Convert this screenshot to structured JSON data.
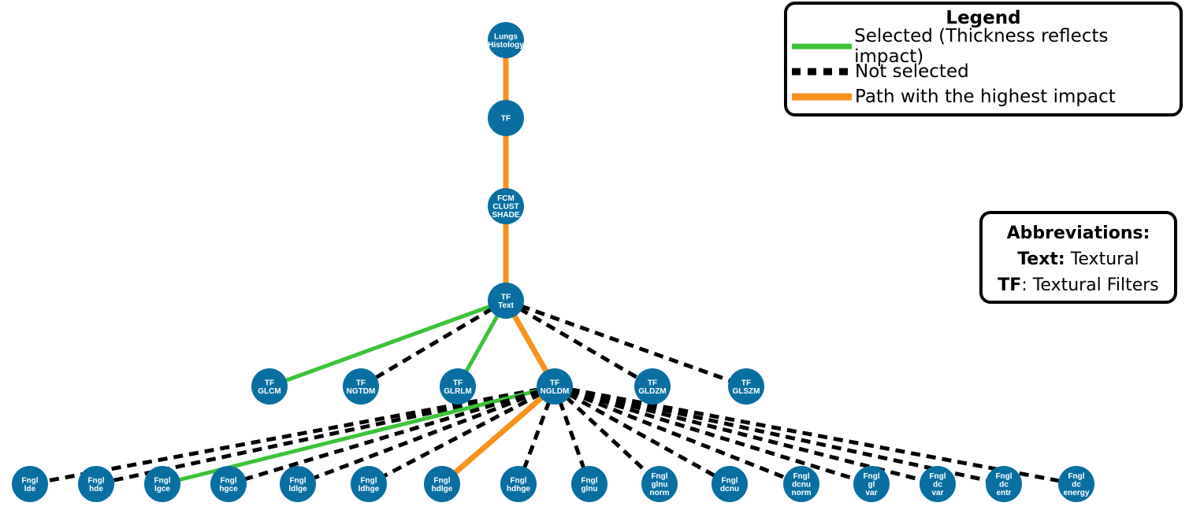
{
  "colors": {
    "node": "#0a6fa0",
    "node_text": "#ffffff",
    "selected": "#3dc23a",
    "not_selected": "#000000",
    "highest_impact": "#f7931e"
  },
  "legend": {
    "title": "Legend",
    "items": [
      {
        "style": "selected",
        "label": "Selected (Thickness reflects impact)"
      },
      {
        "style": "not_selected",
        "label": "Not selected"
      },
      {
        "style": "highest_impact",
        "label": "Path with the highest impact"
      }
    ]
  },
  "abbreviations": {
    "title": "Abbreviations:",
    "items": [
      {
        "abbr": "Text:",
        "meaning": " Textural"
      },
      {
        "abbr": "TF",
        "meaning": ": Textural Filters"
      }
    ]
  },
  "tree": {
    "nodes": [
      {
        "id": "root",
        "lines": [
          "Lungs",
          "Histology"
        ]
      },
      {
        "id": "tf",
        "lines": [
          "TF"
        ]
      },
      {
        "id": "fcm",
        "lines": [
          "FCM",
          "CLUST",
          "SHADE"
        ]
      },
      {
        "id": "tftext",
        "lines": [
          "TF",
          "Text"
        ]
      },
      {
        "id": "glcm",
        "lines": [
          "TF",
          "GLCM"
        ]
      },
      {
        "id": "ngtdm",
        "lines": [
          "TF",
          "NGTDM"
        ]
      },
      {
        "id": "glrlm",
        "lines": [
          "TF",
          "GLRLM"
        ]
      },
      {
        "id": "ngldm",
        "lines": [
          "TF",
          "NGLDM"
        ]
      },
      {
        "id": "gldzm",
        "lines": [
          "TF",
          "GLDZM"
        ]
      },
      {
        "id": "glszm",
        "lines": [
          "TF",
          "GLSZM"
        ]
      },
      {
        "id": "lde",
        "lines": [
          "Fngl",
          "lde"
        ]
      },
      {
        "id": "hde",
        "lines": [
          "Fngl",
          "hde"
        ]
      },
      {
        "id": "lgce",
        "lines": [
          "Fngl",
          "lgce"
        ]
      },
      {
        "id": "hgce",
        "lines": [
          "Fngl",
          "hgce"
        ]
      },
      {
        "id": "ldlge",
        "lines": [
          "Fngl",
          "ldlge"
        ]
      },
      {
        "id": "ldhge",
        "lines": [
          "Fngl",
          "ldhge"
        ]
      },
      {
        "id": "hdlge",
        "lines": [
          "Fngl",
          "hdlge"
        ]
      },
      {
        "id": "hdhge",
        "lines": [
          "Fngl",
          "hdhge"
        ]
      },
      {
        "id": "glnu",
        "lines": [
          "Fngl",
          "glnu"
        ]
      },
      {
        "id": "glnunorm",
        "lines": [
          "Fngl",
          "glnu",
          "norm"
        ]
      },
      {
        "id": "dcnu",
        "lines": [
          "Fngl",
          "dcnu"
        ]
      },
      {
        "id": "dcnunorm",
        "lines": [
          "Fngl",
          "dcnu",
          "norm"
        ]
      },
      {
        "id": "glvar",
        "lines": [
          "Fngl",
          "gl",
          "var"
        ]
      },
      {
        "id": "dcvar",
        "lines": [
          "Fngl",
          "dc",
          "var"
        ]
      },
      {
        "id": "dcentr",
        "lines": [
          "Fngl",
          "dc",
          "entr"
        ]
      },
      {
        "id": "dcenergy",
        "lines": [
          "Fngl",
          "dc",
          "energy"
        ]
      }
    ],
    "edges": [
      {
        "from": "root",
        "to": "tf",
        "style": "highest_impact"
      },
      {
        "from": "tf",
        "to": "fcm",
        "style": "highest_impact"
      },
      {
        "from": "fcm",
        "to": "tftext",
        "style": "highest_impact"
      },
      {
        "from": "tftext",
        "to": "glcm",
        "style": "selected"
      },
      {
        "from": "tftext",
        "to": "ngtdm",
        "style": "not_selected"
      },
      {
        "from": "tftext",
        "to": "glrlm",
        "style": "selected"
      },
      {
        "from": "tftext",
        "to": "ngldm",
        "style": "highest_impact"
      },
      {
        "from": "tftext",
        "to": "gldzm",
        "style": "not_selected"
      },
      {
        "from": "tftext",
        "to": "glszm",
        "style": "not_selected"
      },
      {
        "from": "ngldm",
        "to": "lde",
        "style": "not_selected"
      },
      {
        "from": "ngldm",
        "to": "hde",
        "style": "not_selected"
      },
      {
        "from": "ngldm",
        "to": "lgce",
        "style": "selected"
      },
      {
        "from": "ngldm",
        "to": "hgce",
        "style": "not_selected"
      },
      {
        "from": "ngldm",
        "to": "ldlge",
        "style": "not_selected"
      },
      {
        "from": "ngldm",
        "to": "ldhge",
        "style": "not_selected"
      },
      {
        "from": "ngldm",
        "to": "hdlge",
        "style": "highest_impact"
      },
      {
        "from": "ngldm",
        "to": "hdhge",
        "style": "not_selected"
      },
      {
        "from": "ngldm",
        "to": "glnu",
        "style": "not_selected"
      },
      {
        "from": "ngldm",
        "to": "glnunorm",
        "style": "not_selected"
      },
      {
        "from": "ngldm",
        "to": "dcnu",
        "style": "not_selected"
      },
      {
        "from": "ngldm",
        "to": "dcnunorm",
        "style": "not_selected"
      },
      {
        "from": "ngldm",
        "to": "glvar",
        "style": "not_selected"
      },
      {
        "from": "ngldm",
        "to": "dcvar",
        "style": "not_selected"
      },
      {
        "from": "ngldm",
        "to": "dcentr",
        "style": "not_selected"
      },
      {
        "from": "ngldm",
        "to": "dcenergy",
        "style": "not_selected"
      }
    ]
  }
}
